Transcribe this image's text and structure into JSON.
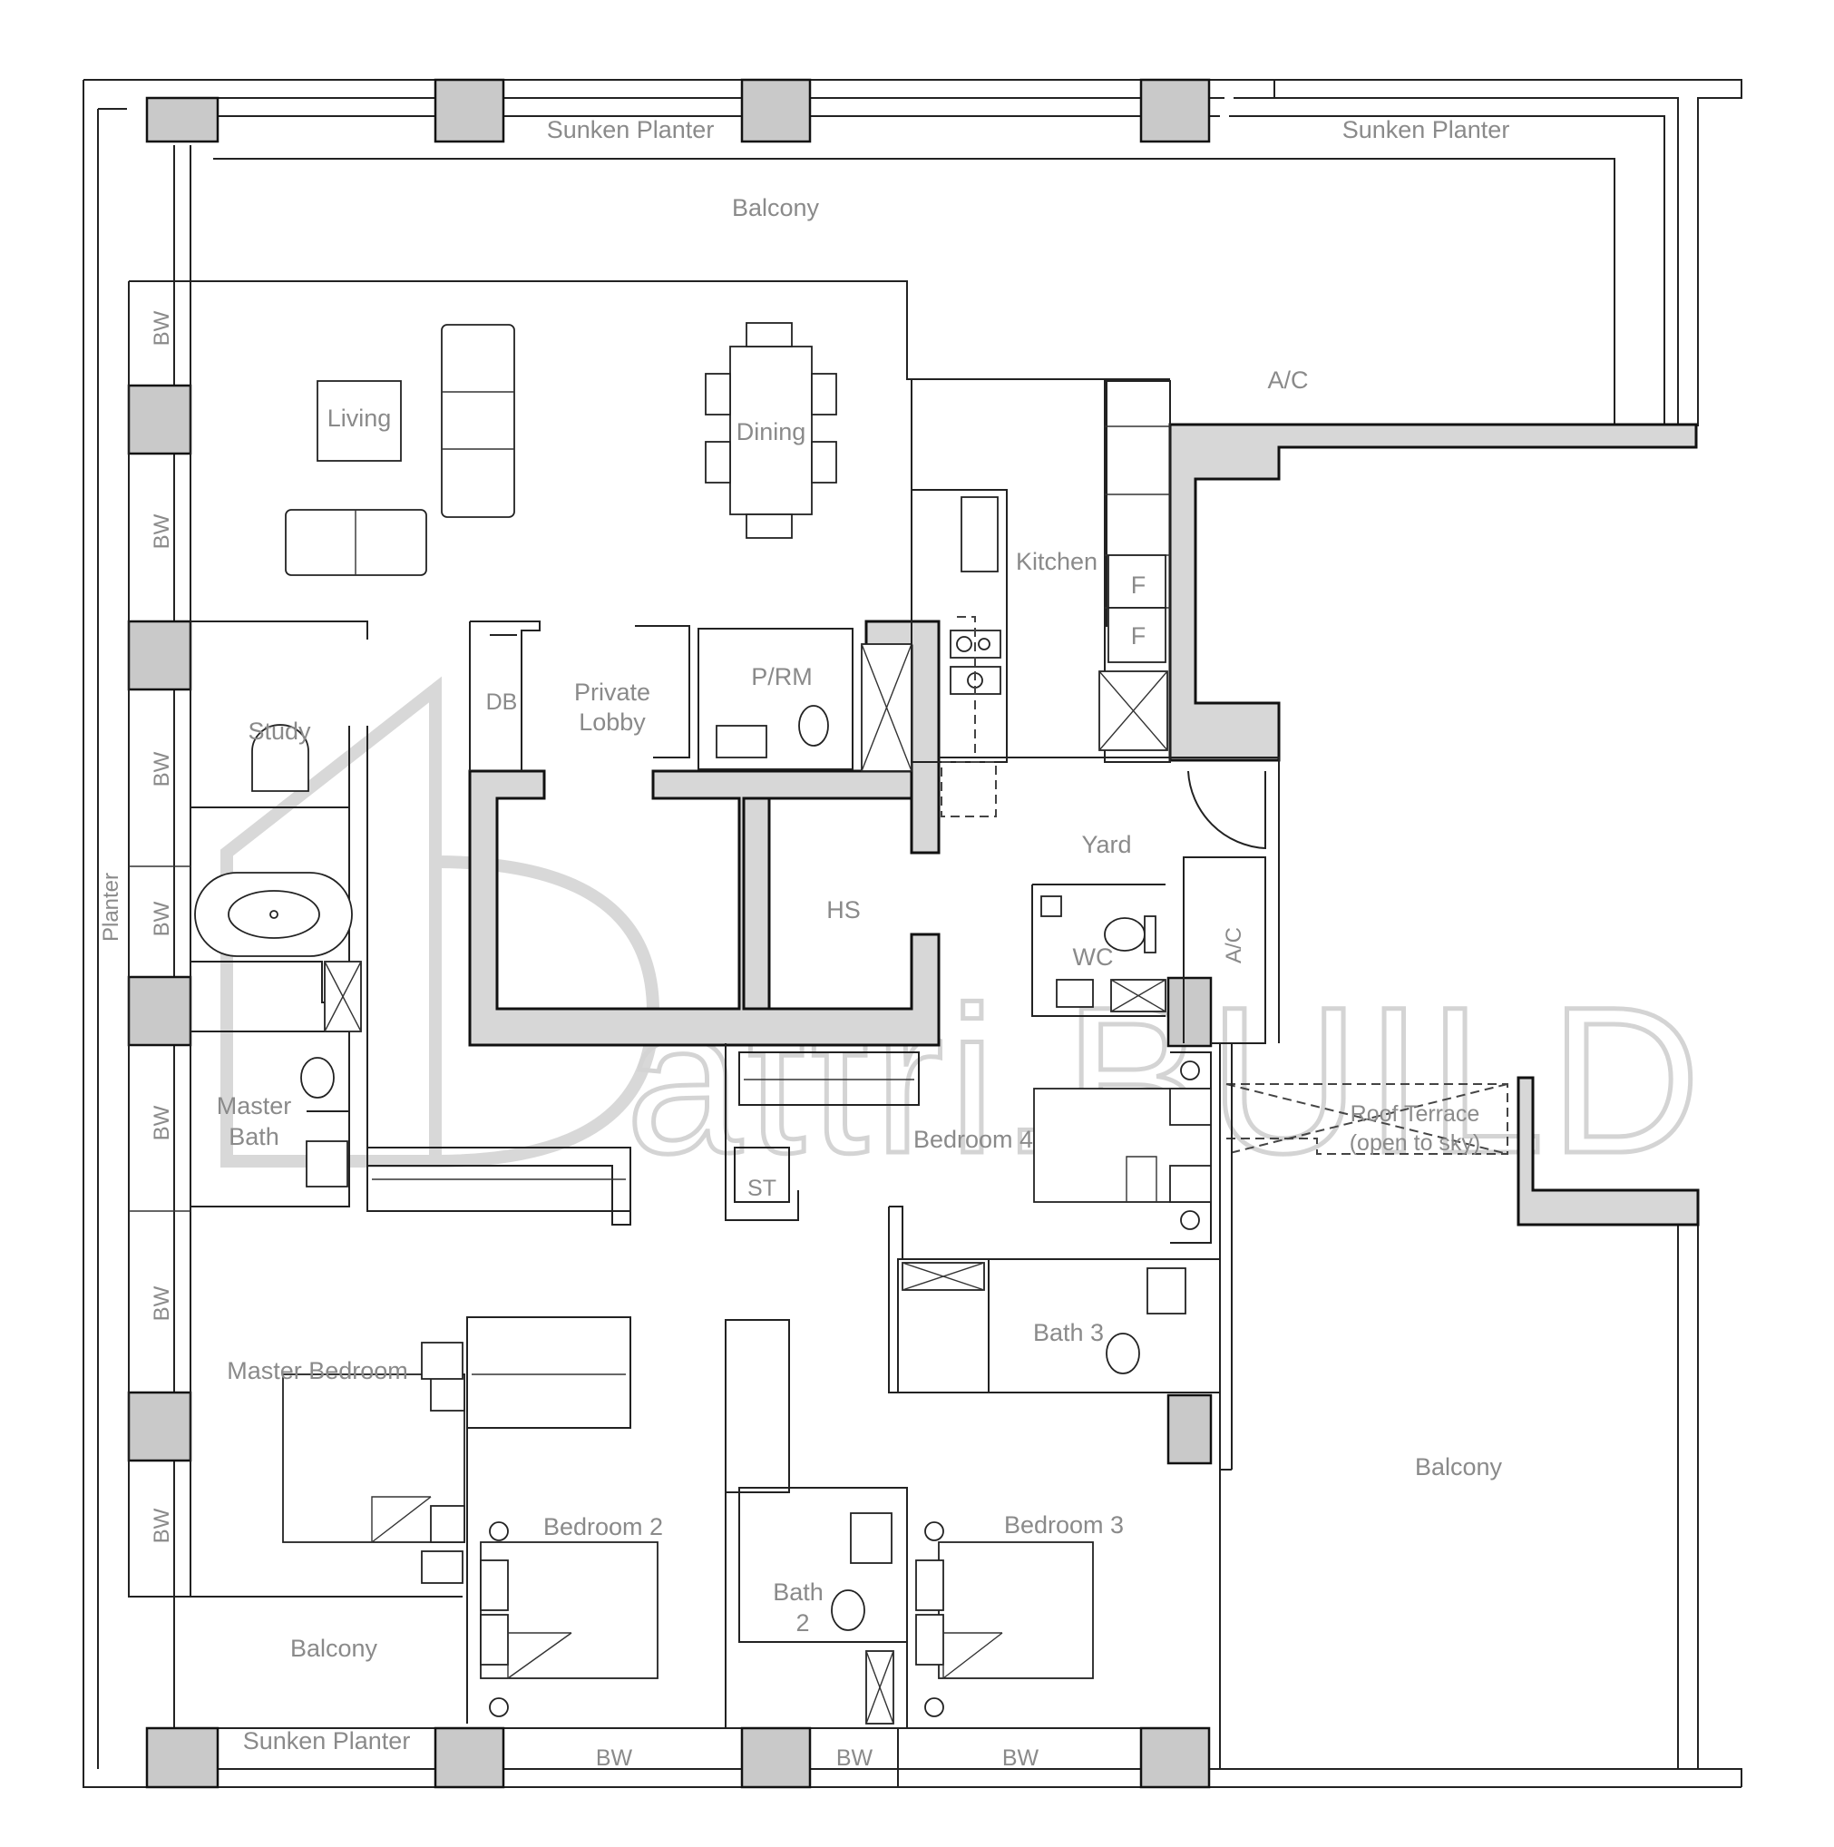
{
  "watermark": {
    "text": "attri.BUILD"
  },
  "labels": {
    "sunken_planter_top_left": "Sunken Planter",
    "sunken_planter_top_right": "Sunken Planter",
    "sunken_planter_bottom": "Sunken Planter",
    "balcony_top": "Balcony",
    "balcony_right": "Balcony",
    "balcony_bottom": "Balcony",
    "planter_side": "Planter",
    "living": "Living",
    "dining": "Dining",
    "kitchen": "Kitchen",
    "ac_top": "A/C",
    "ac_yard": "A/C",
    "fridge_1": "F",
    "fridge_2": "F",
    "study": "Study",
    "db": "DB",
    "private_lobby_1": "Private",
    "private_lobby_2": "Lobby",
    "prm": "P/RM",
    "yard": "Yard",
    "hs": "HS",
    "wc": "WC",
    "master_bath_1": "Master",
    "master_bath_2": "Bath",
    "st": "ST",
    "bedroom_4": "Bedroom 4",
    "roof_terrace_1": "Roof Terrace",
    "roof_terrace_2": "(open to sky)",
    "bath_3": "Bath 3",
    "master_bedroom": "Master Bedroom",
    "bedroom_2": "Bedroom 2",
    "bedroom_3": "Bedroom 3",
    "bath_2_1": "Bath",
    "bath_2_2": "2",
    "bw_1": "BW",
    "bw_2": "BW",
    "bw_3": "BW",
    "bw_4": "BW",
    "bw_5": "BW",
    "bw_6": "BW",
    "bw_7": "BW",
    "bw_bottom_1": "BW",
    "bw_bottom_2": "BW",
    "bw_bottom_3": "BW"
  }
}
